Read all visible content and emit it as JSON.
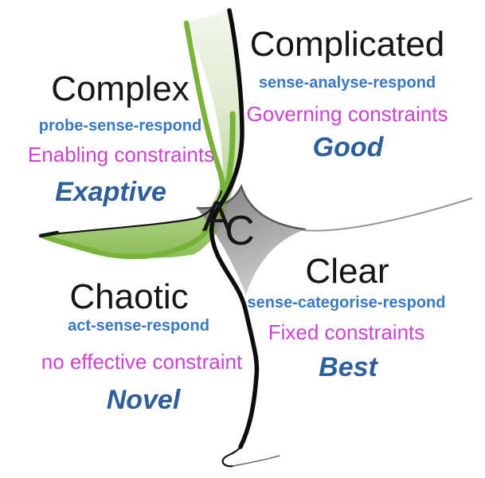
{
  "colors": {
    "domain_label_black": "#161616",
    "decision_model_blue": "#3879c1",
    "constraint_magenta": "#cb42d3",
    "practice_word_blue": "#2e5f9d",
    "ribbon_green_edge": "#77b239",
    "ribbon_green_pale": "#eef3e6",
    "center_gray_dark": "#6a6a6a",
    "center_gray_light": "#b8b8b8",
    "stroke_black": "#0d0d0d"
  },
  "center": {
    "letters": {
      "a": "A",
      "c": "C"
    }
  },
  "quadrants": {
    "complex": {
      "name": "Complex",
      "decision_model": "probe-sense-respond",
      "constraints": "Enabling constraints",
      "practice": "Exaptive"
    },
    "complicated": {
      "name": "Complicated",
      "decision_model": "sense-analyse-respond",
      "constraints": "Governing constraints",
      "practice": "Good"
    },
    "chaotic": {
      "name": "Chaotic",
      "decision_model": "act-sense-respond",
      "constraints": "no effective constraint",
      "practice": "Novel"
    },
    "clear": {
      "name": "Clear",
      "decision_model": "sense-categorise-respond",
      "constraints": "Fixed constraints",
      "practice": "Best"
    }
  }
}
